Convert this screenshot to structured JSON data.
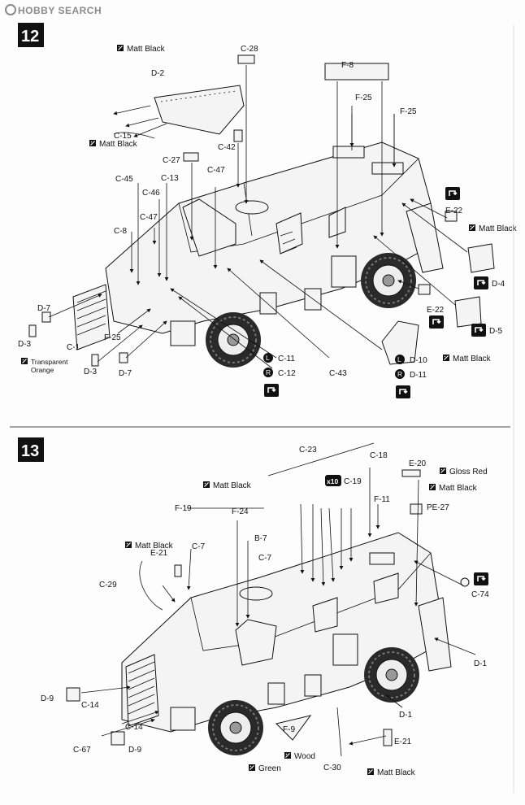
{
  "watermark": "HOBBY SEARCH",
  "steps": [
    {
      "number": "12",
      "labels": {
        "matt_black_top": "Matt Black",
        "d2": "D-2",
        "c28": "C-28",
        "f8": "F-8",
        "f25a": "F-25",
        "f25b": "F-25",
        "c15": "C-15",
        "matt_black_c15": "Matt Black",
        "c27": "C-27",
        "c42": "C-42",
        "c47a": "C-47",
        "c45": "C-45",
        "c13": "C-13",
        "c46": "C-46",
        "c47b": "C-47",
        "c8": "C-8",
        "e22a": "E-22",
        "matt_black_d4": "Matt Black",
        "d4": "D-4",
        "e22b": "E-22",
        "d5": "D-5",
        "matt_black_d10": "Matt Black",
        "d7a": "D-7",
        "c1": "C-1",
        "f25c": "F-25",
        "d3a": "D-3",
        "transparent_orange": "Transparent\nOrange",
        "d3b": "D-3",
        "d7b": "D-7",
        "c11": "C-11",
        "c12": "C-12",
        "c43": "C-43",
        "d10": "D-10",
        "d11": "D-11",
        "side_l": "L",
        "side_r": "R"
      }
    },
    {
      "number": "13",
      "labels": {
        "c23": "C-23",
        "c18": "C-18",
        "e20": "E-20",
        "gloss_red": "Gloss Red",
        "matt_black_pe": "Matt Black",
        "x10": "x10",
        "c19": "C-19",
        "f11": "F-11",
        "pe27": "PE-27",
        "matt_black_f19": "Matt Black",
        "f19": "F-19",
        "f24": "F-24",
        "matt_black_e21": "Matt Black",
        "c7a": "C-7",
        "b7": "B-7",
        "e21a": "E-21",
        "c7b": "C-7",
        "c29": "C-29",
        "c74": "C-74",
        "d1a": "D-1",
        "d9a": "D-9",
        "c14a": "C-14",
        "d1b": "D-1",
        "c14b": "C-14",
        "f9": "F-9",
        "e21b": "E-21",
        "c67": "C-67",
        "d9b": "D-9",
        "wood": "Wood",
        "c30": "C-30",
        "green": "Green",
        "matt_black_e21b": "Matt Black"
      }
    }
  ]
}
